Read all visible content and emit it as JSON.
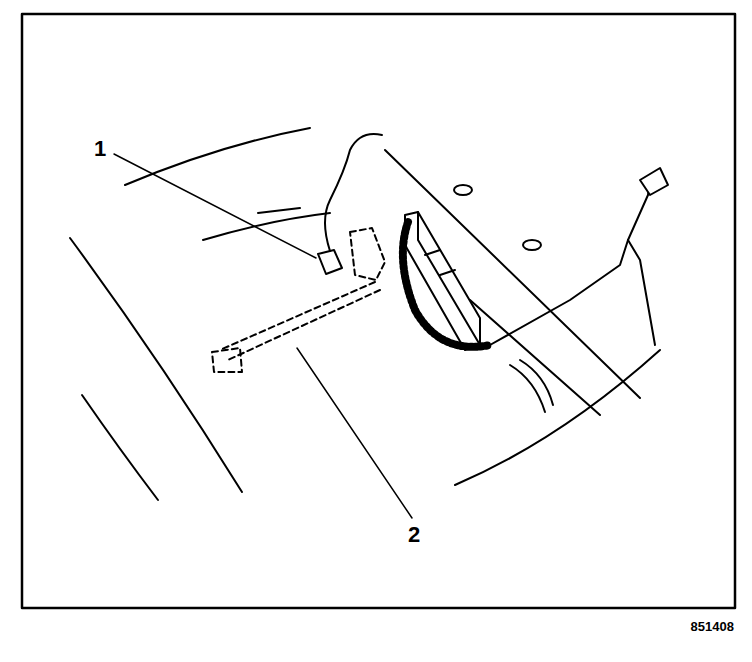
{
  "diagram": {
    "labels": [
      "1",
      "2",
      "851408"
    ]
  }
}
